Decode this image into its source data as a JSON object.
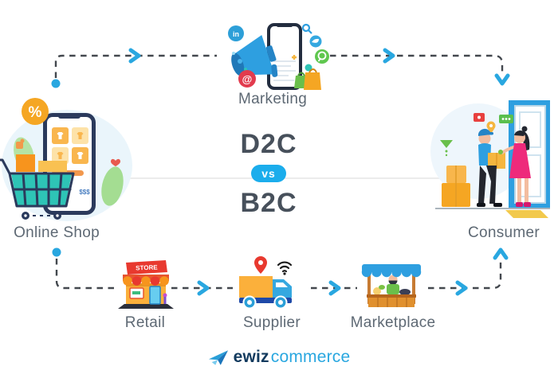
{
  "center": {
    "top_label": "D2C",
    "vs_label": "vs",
    "bottom_label": "B2C"
  },
  "nodes": {
    "marketing": {
      "label": "Marketing"
    },
    "online_shop": {
      "label": "Online Shop",
      "badge": "%",
      "price_text": "$$$"
    },
    "consumer": {
      "label": "Consumer"
    },
    "retail": {
      "label": "Retail",
      "sign_text": "STORE"
    },
    "supplier": {
      "label": "Supplier"
    },
    "marketplace": {
      "label": "Marketplace"
    }
  },
  "marketing_icons": {
    "linkedin": "in",
    "at_symbol": "@"
  },
  "logo": {
    "brand": "ewiz",
    "suffix": "commerce"
  },
  "colors": {
    "arrow_blue": "#29a7e0",
    "dash_gray": "#43484e",
    "heading_dark": "#47505b",
    "label_gray": "#5e6974",
    "vs_pill_blue": "#1badec",
    "logo_navy": "#123a5e",
    "logo_blue": "#29a7e0",
    "accent_yellow": "#f9b64e",
    "accent_orange": "#f7941d",
    "accent_red": "#e8392f",
    "accent_green": "#6abf4b",
    "accent_teal": "#2ec4b6",
    "accent_pink": "#ee2a7b"
  }
}
